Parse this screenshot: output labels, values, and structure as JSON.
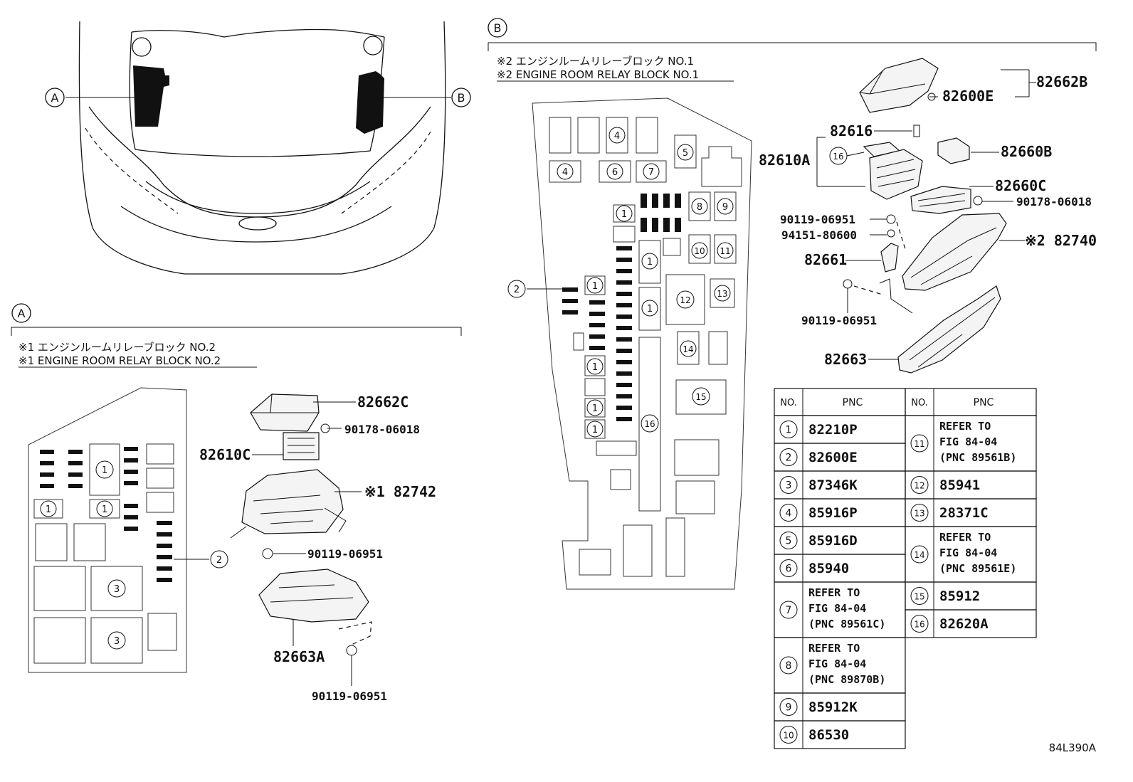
{
  "section_a": {
    "label": "A",
    "note_jp": "※1 エンジンルームリレーブロック NO.2",
    "note_en": "※1 ENGINE ROOM RELAY BLOCK NO.2"
  },
  "section_b": {
    "label": "B",
    "note_jp": "※2 エンジンルームリレーブロック NO.1",
    "note_en": "※2 ENGINE ROOM RELAY BLOCK NO.1"
  },
  "car_callouts": [
    "A",
    "B"
  ],
  "block_a": {
    "fuse_nums": [
      "1",
      "1",
      "1",
      "3",
      "3",
      "2"
    ]
  },
  "block_b": {
    "fuse_nums": [
      "4",
      "5",
      "4",
      "6",
      "7",
      "8",
      "9",
      "1",
      "10",
      "11",
      "1",
      "2",
      "1",
      "12",
      "13",
      "1",
      "14",
      "1",
      "15",
      "1",
      "1",
      "16"
    ]
  },
  "parts_a": [
    {
      "text": "82662C"
    },
    {
      "text": "90178-06018"
    },
    {
      "text": "82610C"
    },
    {
      "text": "※1 82742"
    },
    {
      "text": "90119-06951"
    },
    {
      "text": "82663A"
    },
    {
      "text": "90119-06951"
    }
  ],
  "parts_b": [
    {
      "text": "82662B"
    },
    {
      "text": "82600E"
    },
    {
      "text": "82616"
    },
    {
      "text": "82610A"
    },
    {
      "text": "82660B"
    },
    {
      "text": "82660C"
    },
    {
      "text": "90178-06018"
    },
    {
      "text": "90119-06951"
    },
    {
      "text": "94151-80600"
    },
    {
      "text": "※2 82740"
    },
    {
      "text": "82661"
    },
    {
      "text": "90119-06951"
    },
    {
      "text": "82663"
    }
  ],
  "table": {
    "headers": [
      "NO.",
      "PNC",
      "NO.",
      "PNC"
    ],
    "left": [
      {
        "no": "1",
        "pnc": [
          "82210P"
        ]
      },
      {
        "no": "2",
        "pnc": [
          "82600E"
        ]
      },
      {
        "no": "3",
        "pnc": [
          "87346K"
        ]
      },
      {
        "no": "4",
        "pnc": [
          "85916P"
        ]
      },
      {
        "no": "5",
        "pnc": [
          "85916D"
        ]
      },
      {
        "no": "6",
        "pnc": [
          "85940"
        ]
      },
      {
        "no": "7",
        "pnc": [
          "REFER TO",
          "FIG 84-04",
          "(PNC 89561C)"
        ]
      },
      {
        "no": "8",
        "pnc": [
          "REFER TO",
          "FIG 84-04",
          "(PNC 89870B)"
        ]
      },
      {
        "no": "9",
        "pnc": [
          "85912K"
        ]
      },
      {
        "no": "10",
        "pnc": [
          "86530"
        ]
      }
    ],
    "right": [
      {
        "no": "11",
        "pnc": [
          "REFER TO",
          "FIG 84-04",
          "(PNC 89561B)"
        ]
      },
      {
        "no": "12",
        "pnc": [
          "85941"
        ]
      },
      {
        "no": "13",
        "pnc": [
          "28371C"
        ]
      },
      {
        "no": "14",
        "pnc": [
          "REFER TO",
          "FIG 84-04",
          "(PNC 89561E)"
        ]
      },
      {
        "no": "15",
        "pnc": [
          "85912"
        ]
      },
      {
        "no": "16",
        "pnc": [
          "82620A"
        ]
      }
    ]
  },
  "figure_code": "84L390A"
}
